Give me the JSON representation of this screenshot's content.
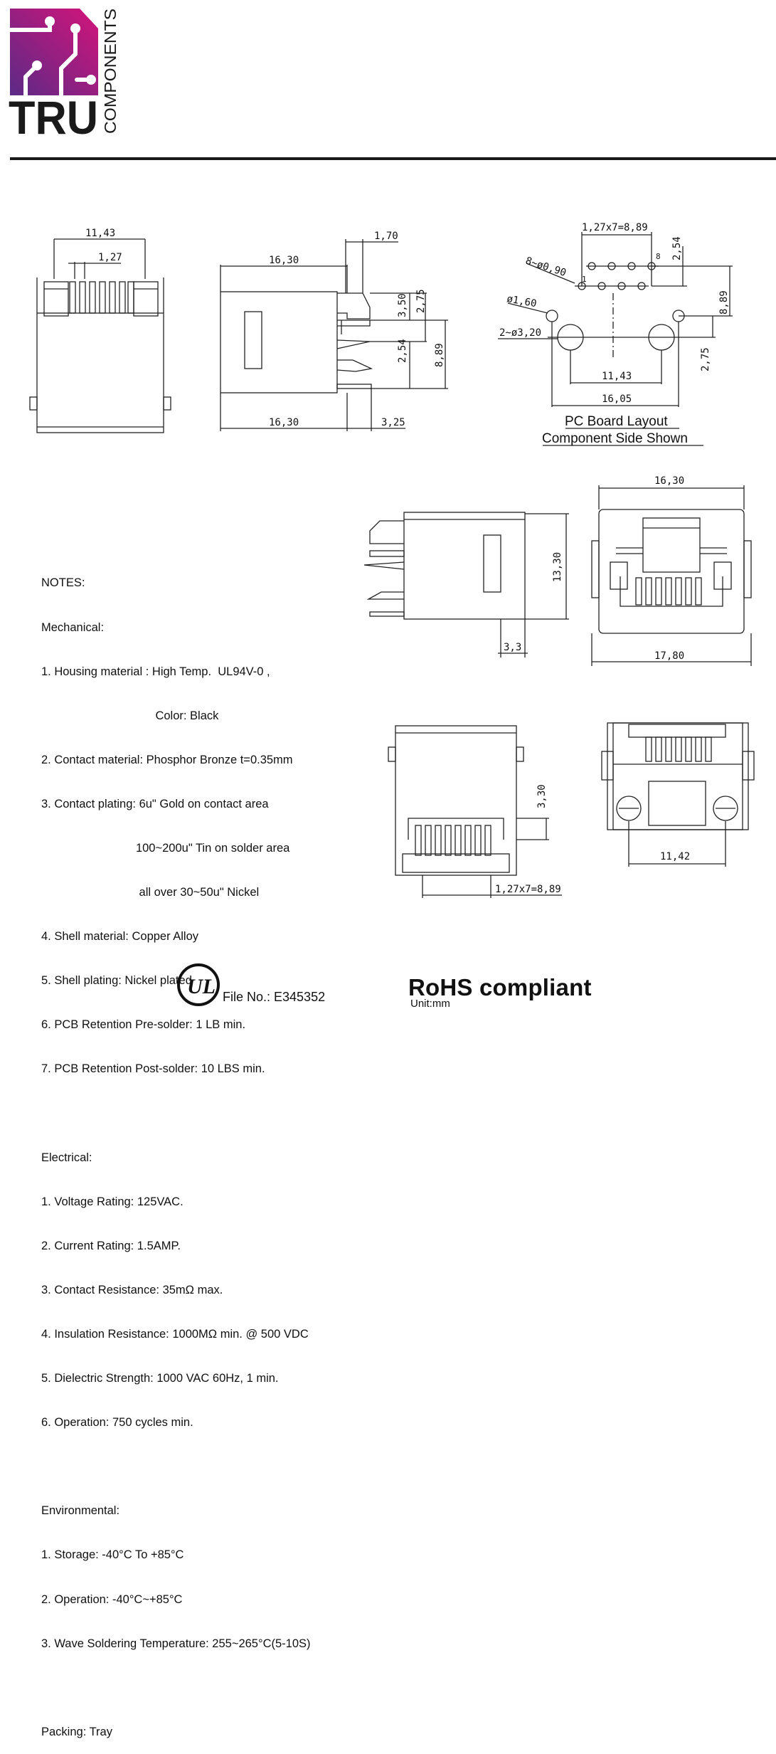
{
  "brand": {
    "word": "TRU",
    "sub": "COMPONENTS",
    "grad_from": "#5b2a86",
    "grad_to": "#d4147a"
  },
  "dims": {
    "d_11_43_top": "11,43",
    "d_1_27_top": "1,27",
    "d_1_70": "1,70",
    "d_16_30_a": "16,30",
    "d_3_50": "3,50",
    "d_2_75_a": "2,75",
    "d_2_54_a": "2,54",
    "d_8_89_a": "8,89",
    "d_16_30_b": "16,30",
    "d_3_25": "3,25",
    "d_pitch_top": "1,27x7=8,89",
    "d_2_54_b": "2,54",
    "d_8x090": "8~ø0,90",
    "d_160": "ø1,60",
    "d_2x320": "2~ø3,20",
    "d_8_89_b": "8,89",
    "d_2_75_b": "2,75",
    "d_11_43_pcb": "11,43",
    "d_16_05": "16,05",
    "pin_1": "1",
    "pin_8": "8",
    "d_16_30_c": "16,30",
    "d_13_30": "13,30",
    "d_3_3": "3,3",
    "d_17_80": "17,80",
    "d_3_30": "3,30",
    "d_pitch_bottom": "1,27x7=8,89",
    "d_11_42": "11,42"
  },
  "pcb_caption": {
    "line1": "PC Board Layout",
    "line2": "Component Side Shown"
  },
  "notes": {
    "title": "NOTES:",
    "mechanical": {
      "heading": "Mechanical:",
      "items": [
        "1. Housing material : High Temp.  UL94V-0 ,",
        "                                   Color: Black",
        "2. Contact material: Phosphor Bronze t=0.35mm",
        "3. Contact plating: 6u\" Gold on contact area",
        "                             100~200u\" Tin on solder area",
        "                              all over 30~50u\" Nickel",
        "4. Shell material: Copper Alloy",
        "5. Shell plating: Nickel plated",
        "6. PCB Retention Pre-solder: 1 LB min.",
        "7. PCB Retention Post-solder: 10 LBS min."
      ]
    },
    "electrical": {
      "heading": "Electrical:",
      "items": [
        "1. Voltage Rating: 125VAC.",
        "2. Current Rating: 1.5AMP.",
        "3. Contact Resistance: 35mΩ max.",
        "4. Insulation Resistance: 1000MΩ min. @ 500 VDC",
        "5. Dielectric Strength: 1000 VAC 60Hz, 1 min.",
        "6. Operation: 750 cycles min."
      ]
    },
    "environmental": {
      "heading": "Environmental:",
      "items": [
        "1. Storage: -40°C To +85°C",
        "2. Operation: -40°C~+85°C",
        "3. Wave Soldering Temperature: 255~265°C(5-10S)"
      ]
    },
    "packing": "Packing: Tray"
  },
  "footer": {
    "ul_letters": "UL",
    "file_no": "File No.: E345352",
    "rohs": "RoHS compliant",
    "unit": "Unit:mm"
  }
}
